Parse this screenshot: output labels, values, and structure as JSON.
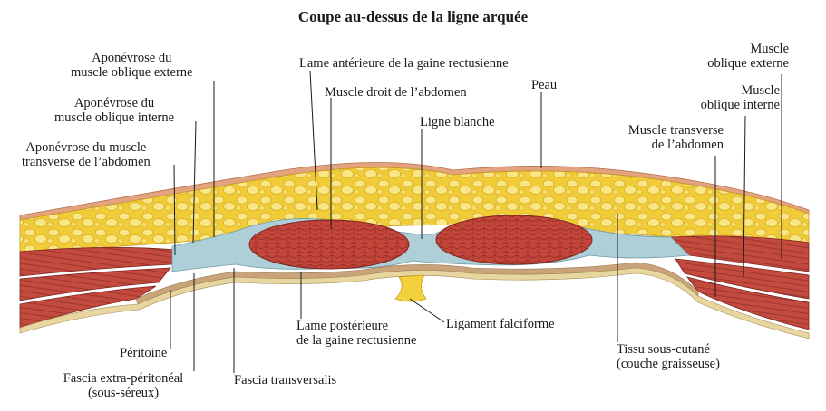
{
  "title": "Coupe au-dessus de la ligne arquée",
  "labels": {
    "apon_oblique_externe": [
      "Aponévrose du",
      "muscle oblique externe"
    ],
    "apon_oblique_interne": [
      "Aponévrose du",
      "muscle oblique interne"
    ],
    "apon_transverse": [
      "Aponévrose du muscle",
      "transverse de l’abdomen"
    ],
    "lame_anterieure": [
      "Lame antérieure de la gaine rectusienne"
    ],
    "muscle_droit": [
      "Muscle droit de l’abdomen"
    ],
    "peau": [
      "Peau"
    ],
    "ligne_blanche": [
      "Ligne blanche"
    ],
    "muscle_oblique_externe": [
      "Muscle",
      "oblique externe"
    ],
    "muscle_oblique_interne": [
      "Muscle",
      "oblique interne"
    ],
    "muscle_transverse": [
      "Muscle transverse",
      "de l’abdomen"
    ],
    "peritoine": [
      "Péritoine"
    ],
    "fascia_extra": [
      "Fascia extra-péritonéal",
      "(sous-séreux)"
    ],
    "fascia_transversalis": [
      "Fascia transversalis"
    ],
    "lame_posterieure": [
      "Lame postérieure",
      "de la gaine rectusienne"
    ],
    "ligament_falciforme": [
      "Ligament falciforme"
    ],
    "tissu_sous_cutane": [
      "Tissu sous-cutané",
      "(couche graisseuse)"
    ]
  },
  "colors": {
    "skin": "#e3a37f",
    "fat": "#f2d13c",
    "fat_blob": "#f8e37a",
    "muscle": "#c0443a",
    "muscle_dark": "#8e2a23",
    "aponeurosis": "#aecfd8",
    "fascia": "#c9a47a",
    "peritoneum": "#e8d6a0",
    "leader": "#1a1a1a"
  }
}
